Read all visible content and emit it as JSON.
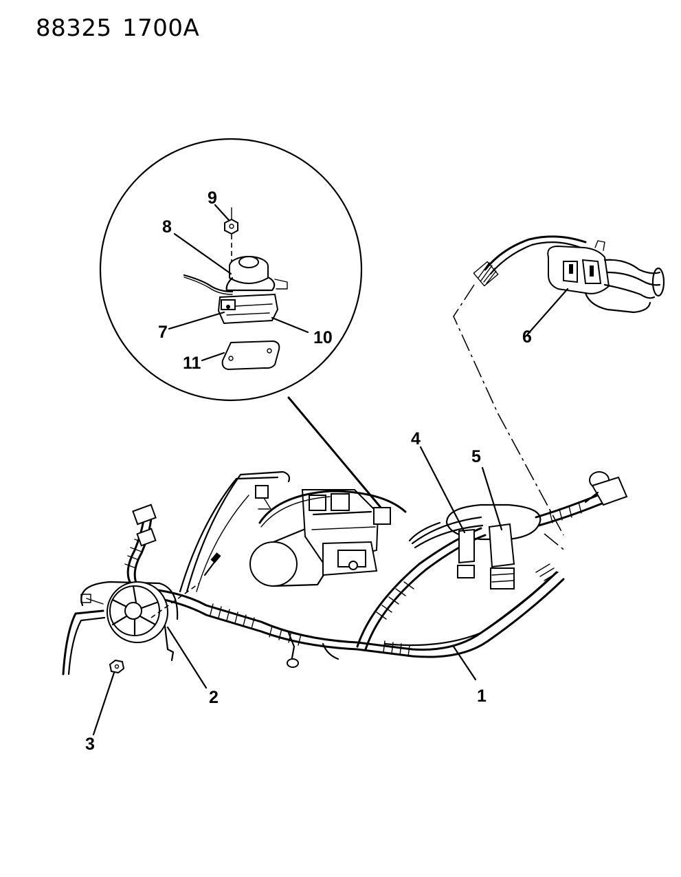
{
  "header": {
    "left_code": "88325",
    "right_code": "1700A"
  },
  "callouts": {
    "c1": "1",
    "c2": "2",
    "c3": "3",
    "c4": "4",
    "c5": "5",
    "c6": "6",
    "c7": "7",
    "c8": "8",
    "c9": "9",
    "c10": "10",
    "c11": "11"
  }
}
